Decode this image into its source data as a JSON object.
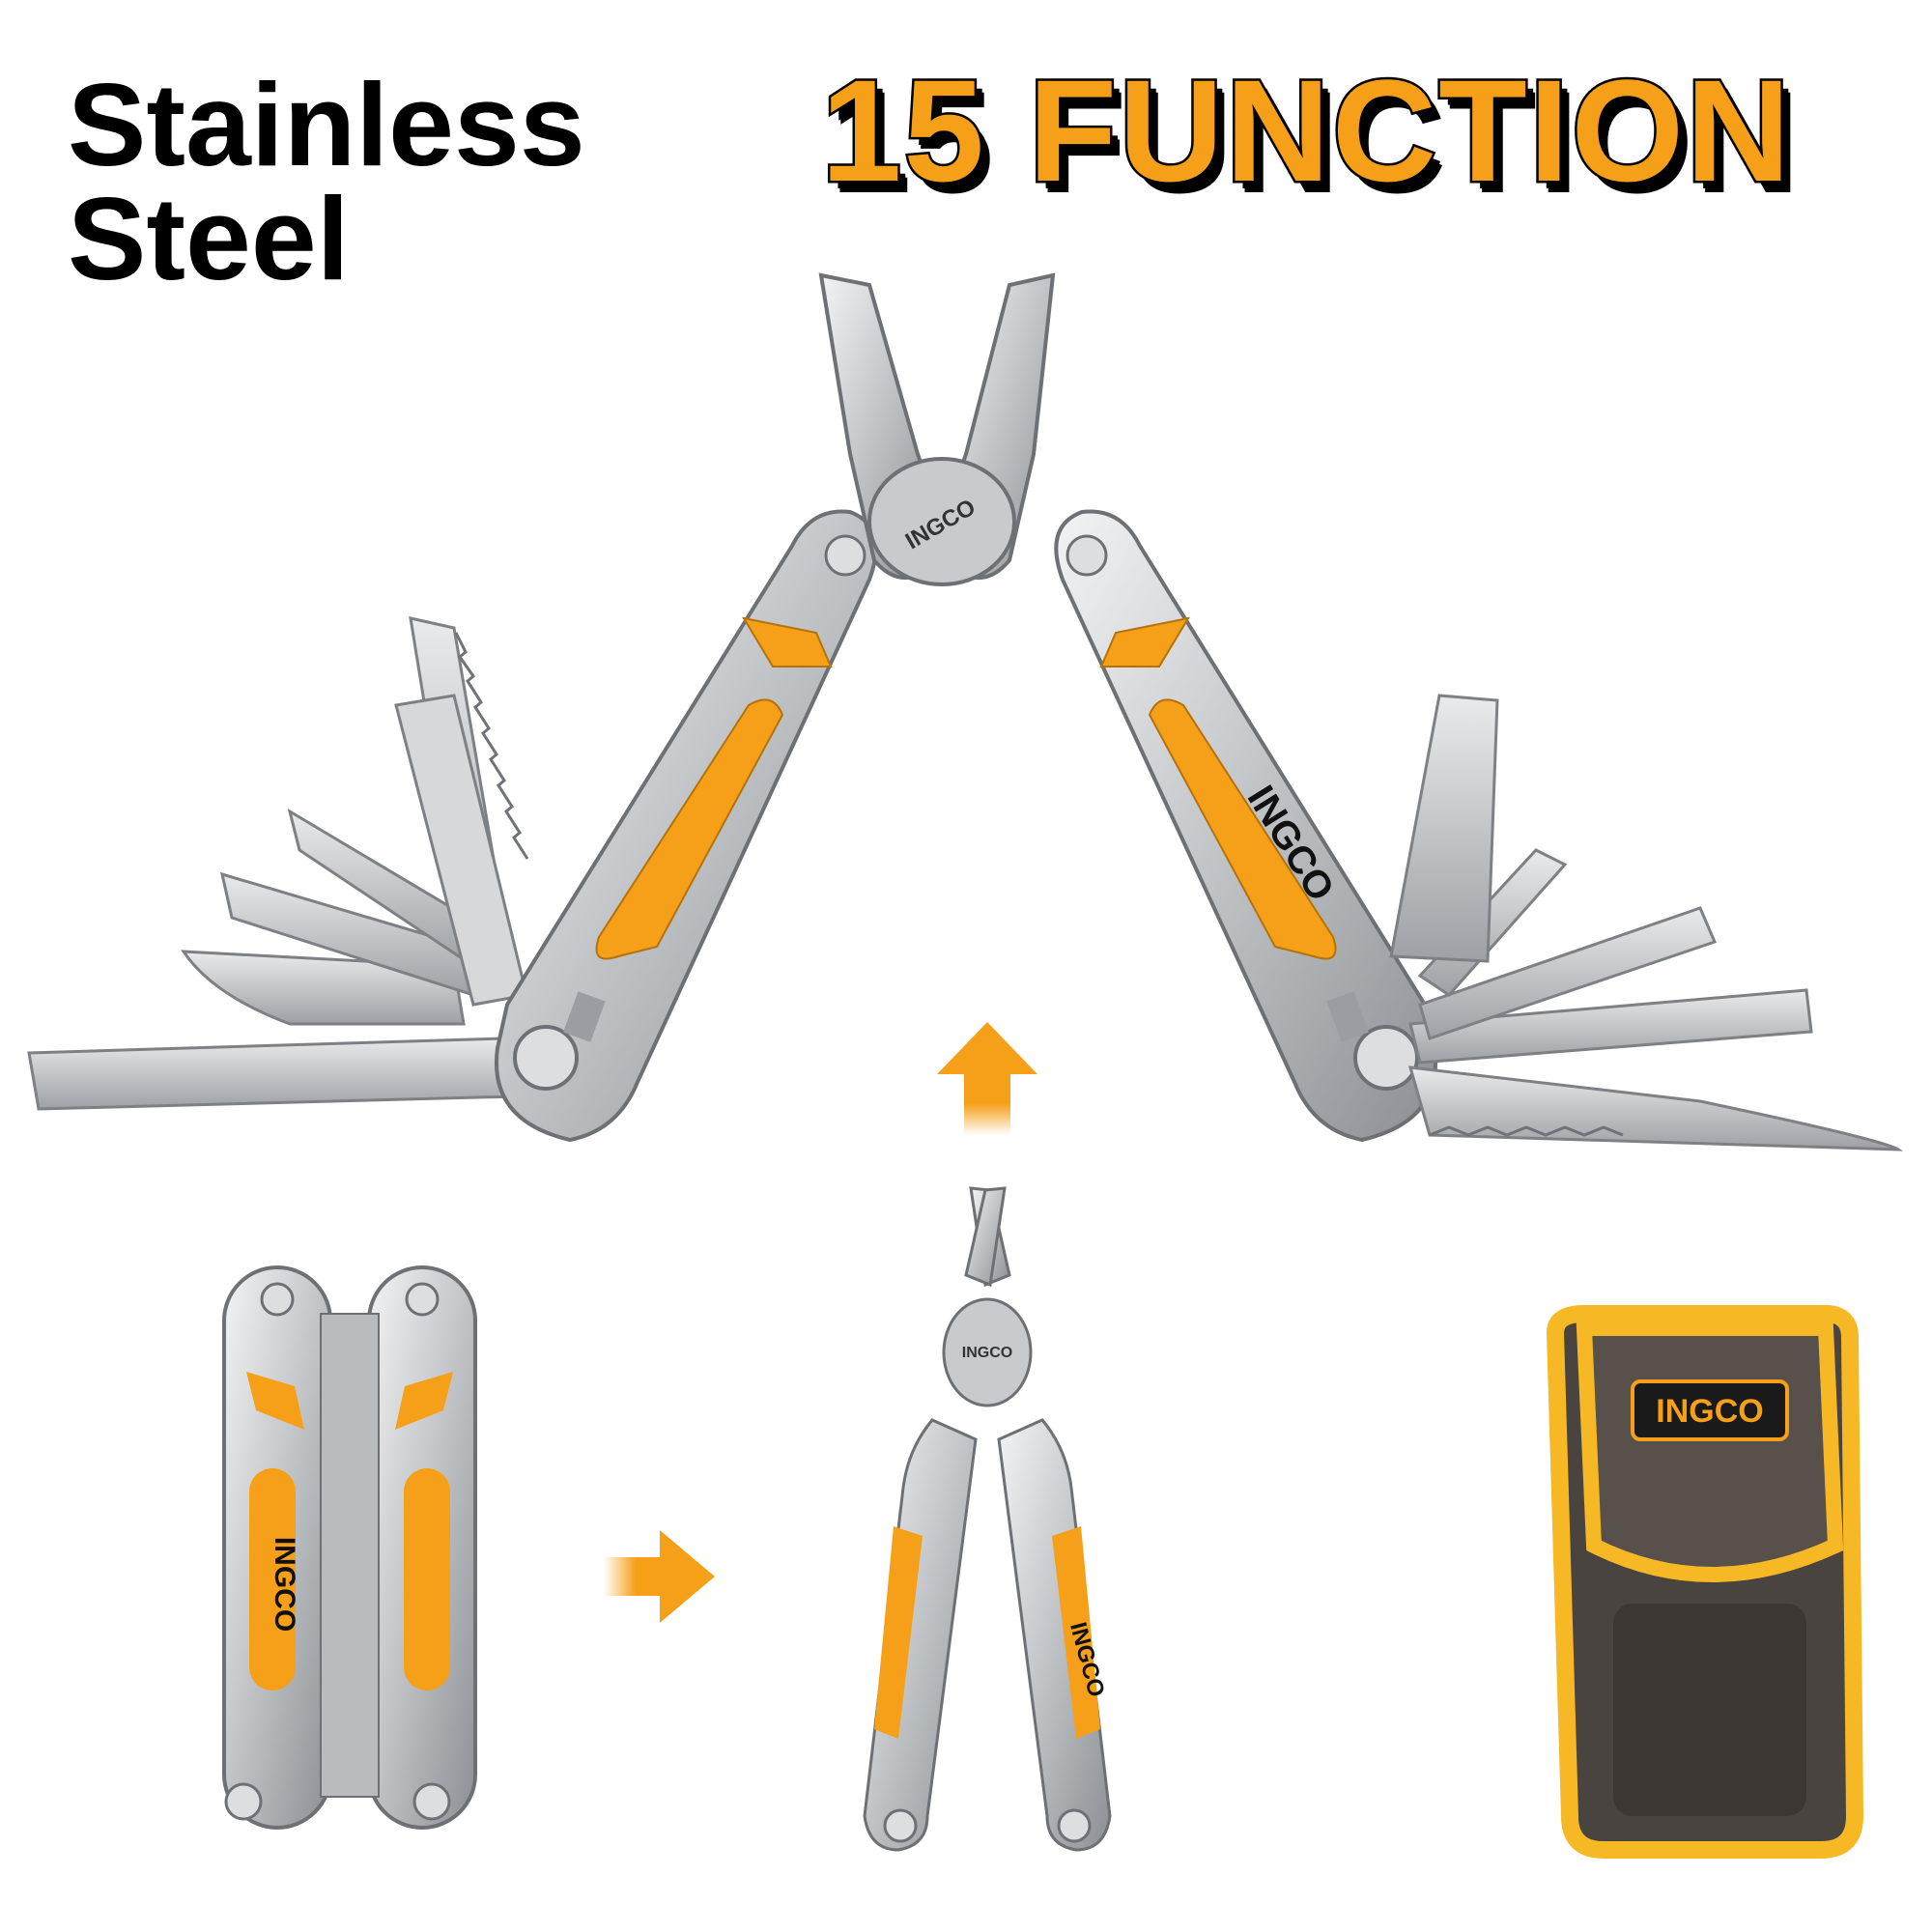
{
  "heading": {
    "line1": "Stainless",
    "line2": "Steel"
  },
  "banner": {
    "text": "15 FUNCTION"
  },
  "brand": "INGCO",
  "colors": {
    "accent": "#f6a01a",
    "steel": "#c9ccd0",
    "steel_dark": "#8e9296",
    "pouch": "#4a4440",
    "text": "#000000"
  },
  "icons": [
    "arrow-up-icon",
    "arrow-right-icon"
  ]
}
